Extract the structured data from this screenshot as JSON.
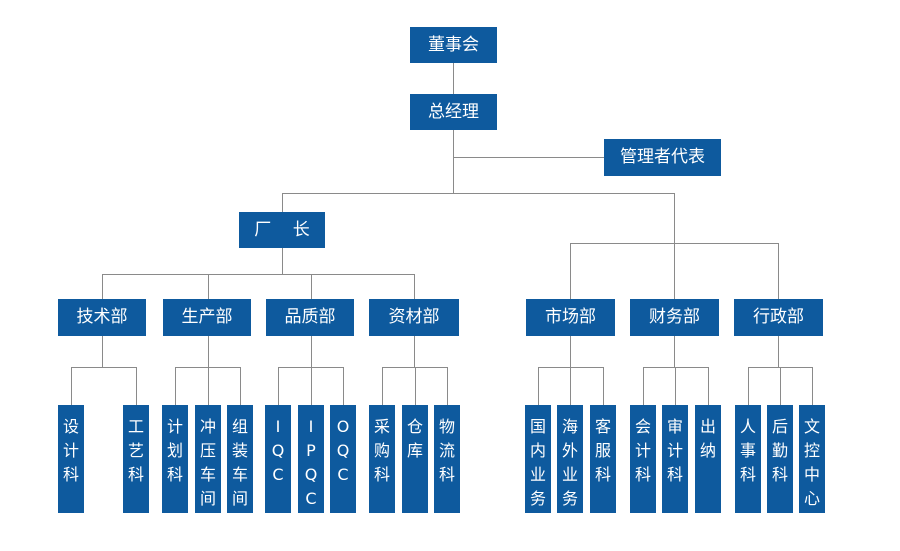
{
  "colors": {
    "node_fill": "#0e5a9e",
    "node_text": "#ffffff",
    "connector": "#8a8a8a"
  },
  "top": {
    "board": "董事会",
    "gm": "总经理",
    "rep": "管理者代表",
    "factory": "厂    长"
  },
  "factory_depts": [
    {
      "label": "技术部",
      "subs": [
        "设计科",
        "工艺科"
      ]
    },
    {
      "label": "生产部",
      "subs": [
        "计划科",
        "冲压车间",
        "组装车间"
      ]
    },
    {
      "label": "品质部",
      "subs": [
        "IQC",
        "IPQC",
        "OQC"
      ]
    },
    {
      "label": "资材部",
      "subs": [
        "采购科",
        "仓库",
        "物流科"
      ]
    }
  ],
  "other_depts": [
    {
      "label": "市场部",
      "subs": [
        "国内业务",
        "海外业务",
        "客服科"
      ]
    },
    {
      "label": "财务部",
      "subs": [
        "会计科",
        "审计科",
        "出纳"
      ]
    },
    {
      "label": "行政部",
      "subs": [
        "人事科",
        "后勤科",
        "文控中心"
      ]
    }
  ]
}
